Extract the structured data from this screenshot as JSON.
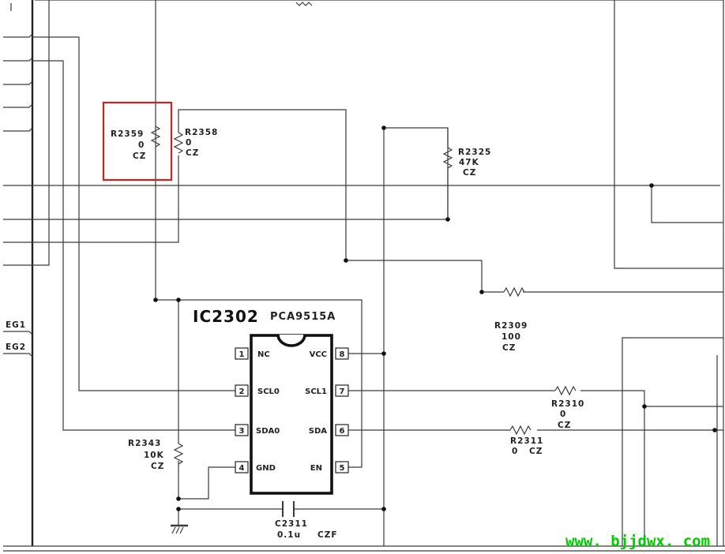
{
  "ic": {
    "ref": "IC2302",
    "part": "PCA9515A",
    "pins": [
      {
        "num": "1",
        "name": "NC"
      },
      {
        "num": "2",
        "name": "SCL0"
      },
      {
        "num": "3",
        "name": "SDA0"
      },
      {
        "num": "4",
        "name": "GND"
      },
      {
        "num": "8",
        "name": "VCC"
      },
      {
        "num": "7",
        "name": "SCL1"
      },
      {
        "num": "6",
        "name": "SDA"
      },
      {
        "num": "5",
        "name": "EN"
      }
    ]
  },
  "components": {
    "r2359": {
      "ref": "R2359",
      "value": "0",
      "tol": "CZ"
    },
    "r2358": {
      "ref": "R2358",
      "value": "0",
      "tol": "CZ"
    },
    "r2325": {
      "ref": "R2325",
      "value": "47K",
      "tol": "CZ"
    },
    "r2309": {
      "ref": "R2309",
      "value": "100",
      "tol": "CZ"
    },
    "r2310": {
      "ref": "R2310",
      "value": "0",
      "tol": "CZ"
    },
    "r2311": {
      "ref": "R2311",
      "value": "0",
      "tol": "CZ"
    },
    "r2343": {
      "ref": "R2343",
      "value": "10K",
      "tol": "CZ"
    },
    "c2311": {
      "ref": "C2311",
      "value": "0.1u",
      "tol": "CZF"
    }
  },
  "nets": {
    "eg1": "EG1",
    "eg2": "EG2"
  },
  "watermark": {
    "text": "www. bjjdwx. com",
    "color": "#00cc00"
  },
  "highlight": {
    "color": "#cc2222"
  }
}
